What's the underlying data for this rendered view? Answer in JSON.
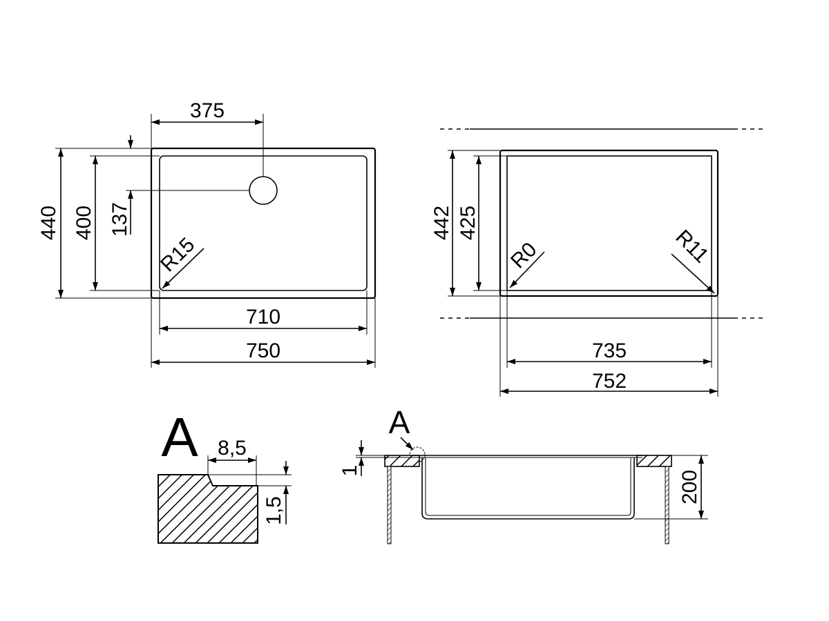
{
  "drawing": {
    "top_view_left": {
      "width_outer": "750",
      "width_inner": "710",
      "drain_offset": "375",
      "height_outer": "440",
      "height_inner": "400",
      "drain_depth": "137",
      "corner_radius": "R15"
    },
    "top_view_right": {
      "width_outer": "752",
      "width_inner": "735",
      "height_outer": "442",
      "height_inner": "425",
      "corner_radius_left": "R0",
      "corner_radius_right": "R11"
    },
    "detail_a": {
      "label": "A",
      "step_width": "8,5",
      "step_height": "1,5"
    },
    "section_view": {
      "detail_label": "A",
      "rim_thickness": "1",
      "depth": "200"
    }
  }
}
